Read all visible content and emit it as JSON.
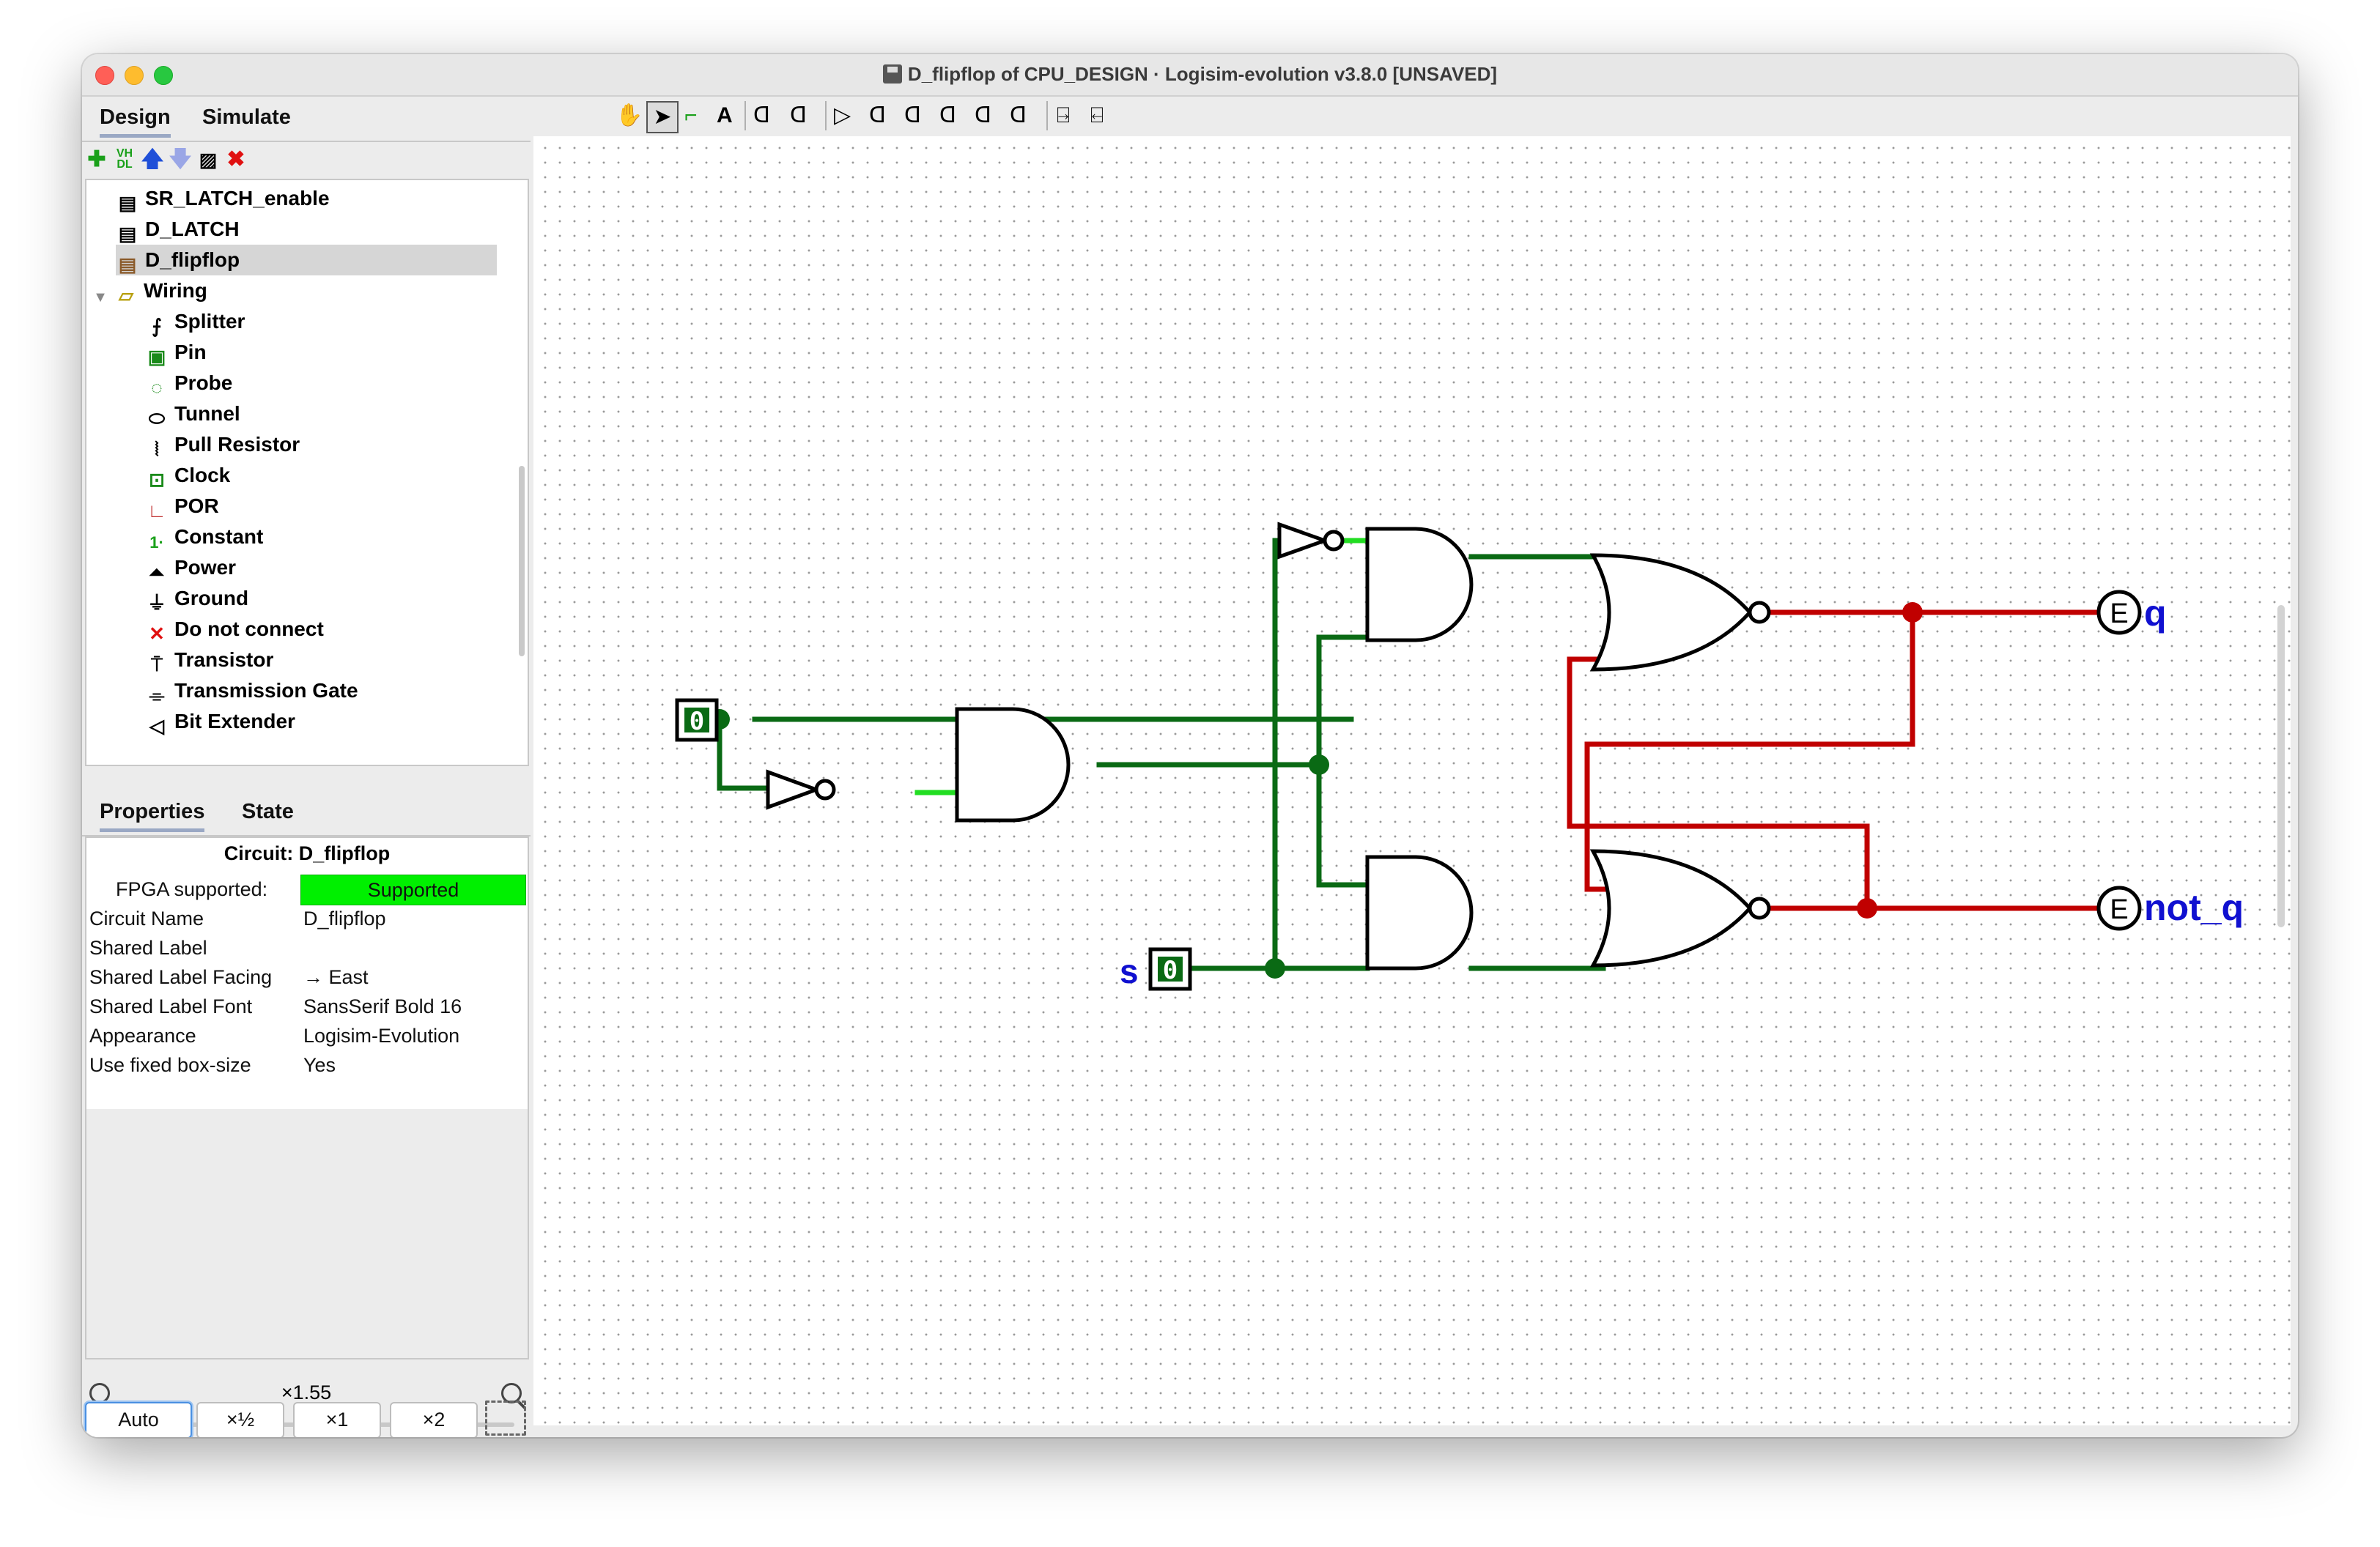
{
  "window": {
    "title": "D_flipflop of CPU_DESIGN · Logisim-evolution v3.8.0 [UNSAVED]"
  },
  "tabs": {
    "design": "Design",
    "simulate": "Simulate"
  },
  "toolbar_icons": [
    "add-circuit-icon",
    "add-vhdl-icon",
    "move-up-icon",
    "move-down-icon",
    "edit-appearance-icon",
    "delete-icon"
  ],
  "tree": {
    "circuits": [
      {
        "label": "SR_LATCH_enable",
        "icon": "circuit-icon"
      },
      {
        "label": "D_LATCH",
        "icon": "circuit-icon"
      },
      {
        "label": "D_flipflop",
        "icon": "circuit-icon",
        "selected": true
      }
    ],
    "folder": {
      "label": "Wiring",
      "icon": "folder-icon"
    },
    "wiring_items": [
      {
        "label": "Splitter",
        "icon": "splitter-icon"
      },
      {
        "label": "Pin",
        "icon": "pin-icon"
      },
      {
        "label": "Probe",
        "icon": "probe-icon"
      },
      {
        "label": "Tunnel",
        "icon": "tunnel-icon"
      },
      {
        "label": "Pull Resistor",
        "icon": "pull-resistor-icon"
      },
      {
        "label": "Clock",
        "icon": "clock-icon"
      },
      {
        "label": "POR",
        "icon": "por-icon"
      },
      {
        "label": "Constant",
        "icon": "constant-icon"
      },
      {
        "label": "Power",
        "icon": "power-icon"
      },
      {
        "label": "Ground",
        "icon": "ground-icon"
      },
      {
        "label": "Do not connect",
        "icon": "do-not-connect-icon"
      },
      {
        "label": "Transistor",
        "icon": "transistor-icon"
      },
      {
        "label": "Transmission Gate",
        "icon": "transmission-gate-icon"
      },
      {
        "label": "Bit Extender",
        "icon": "bit-extender-icon"
      }
    ]
  },
  "properties": {
    "tab_properties": "Properties",
    "tab_state": "State",
    "header": "Circuit: D_flipflop",
    "rows": [
      {
        "key": "FPGA supported:",
        "value": "Supported"
      },
      {
        "key": "Circuit Name",
        "value": "D_flipflop"
      },
      {
        "key": "Shared Label",
        "value": ""
      },
      {
        "key": "Shared Label Facing",
        "value": "→ East"
      },
      {
        "key": "Shared Label Font",
        "value": "SansSerif Bold 16"
      },
      {
        "key": "Appearance",
        "value": "Logisim-Evolution"
      },
      {
        "key": "Use fixed box-size",
        "value": "Yes"
      }
    ],
    "supported_color": "#00f000"
  },
  "zoom": {
    "level": "×1.55",
    "slider_fraction": 0.155,
    "buttons": [
      "Auto",
      "×½",
      "×1",
      "×2"
    ]
  },
  "canvas_tools": [
    "hand-icon",
    "select-arrow-icon",
    "wire-icon",
    "text-tool-icon",
    "and-gate-icon",
    "or-gate-icon",
    "buffer-icon",
    "not-icon",
    "and-icon",
    "or-icon",
    "xor-icon",
    "xnor-icon",
    "add-pin-icon",
    "add-output-icon"
  ],
  "circuit": {
    "input_pin_top": "0",
    "input_pin_s": "0",
    "label_s": "s",
    "output_q": "q",
    "output_not_q": "not_q",
    "output_glyph": "E",
    "wire_low_color": "#006400",
    "wire_high_color": "#c00000",
    "wire_lit_color": "#22dd22"
  }
}
